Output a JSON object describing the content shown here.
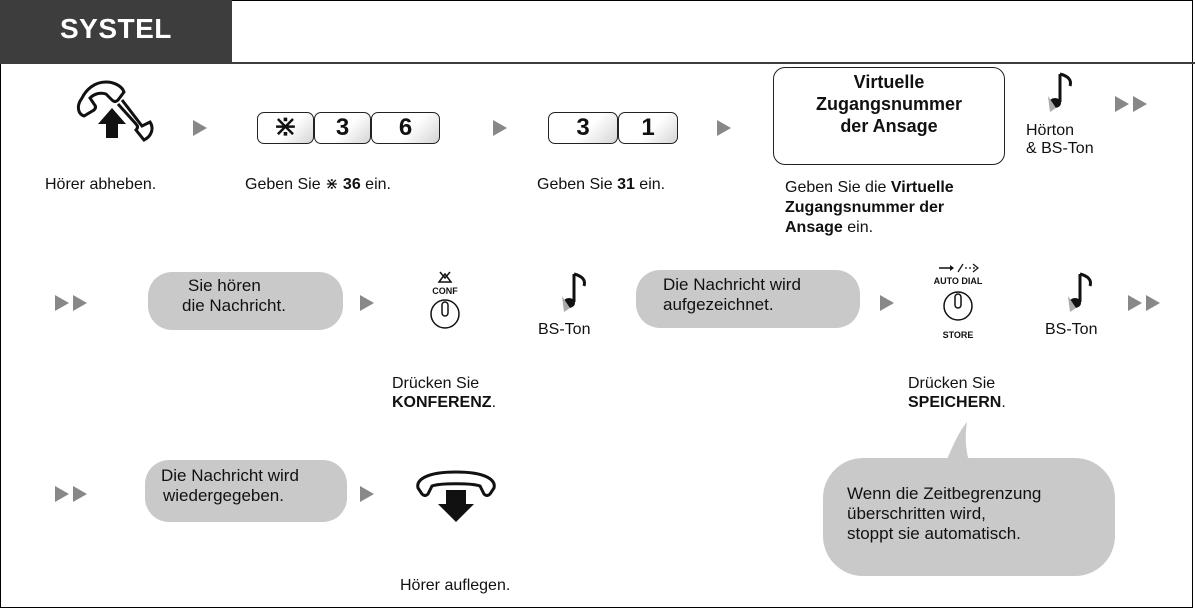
{
  "header": {
    "title": "SYSTEL"
  },
  "row1": {
    "step1_label": "Hörer abheben.",
    "keys_a": [
      "⋇",
      "3",
      "6"
    ],
    "step2_pre": "Geben Sie ",
    "step2_star": "⋇",
    "step2_num": "36",
    "step2_post": " ein.",
    "keys_b": [
      "3",
      "1"
    ],
    "step3_pre": "Geben Sie ",
    "step3_num": "31",
    "step3_post": " ein.",
    "vbox_line1": "Virtuelle",
    "vbox_line2": "Zugangsnummer",
    "vbox_line3": "der Ansage",
    "step4_pre": "Geben Sie die ",
    "step4_b1": "Virtuelle",
    "step4_b2": "Zugangsnummer der",
    "step4_b3": "Ansage",
    "step4_post": " ein.",
    "tone_line1": "Hörton",
    "tone_line2": "& BS-Ton"
  },
  "row2": {
    "bubble1_line1": "Sie hören",
    "bubble1_line2": "die Nachricht.",
    "conf_key_label": "CONF",
    "tone1": "BS-Ton",
    "bubble2_line1": "Die Nachricht wird",
    "bubble2_line2": "aufgezeichnet.",
    "autodial_top": "AUTO DIAL",
    "autodial_bottom": "STORE",
    "tone2": "BS-Ton",
    "press1_line1": "Drücken Sie",
    "press1_line2": "KONFERENZ",
    "press1_end": ".",
    "press2_line1": "Drücken Sie",
    "press2_line2": "SPEICHERN",
    "press2_end": "."
  },
  "row3": {
    "bubble_line1": "Die Nachricht wird",
    "bubble_line2": "wiedergegeben.",
    "hangup_label": "Hörer auflegen.",
    "note_line1": "Wenn die Zeitbegrenzung",
    "note_line2": "überschritten wird,",
    "note_line3": "stoppt sie automatisch."
  },
  "colors": {
    "tab": "#3d3d3d",
    "bubble": "#c9c9c9",
    "arrow": "#888888"
  }
}
